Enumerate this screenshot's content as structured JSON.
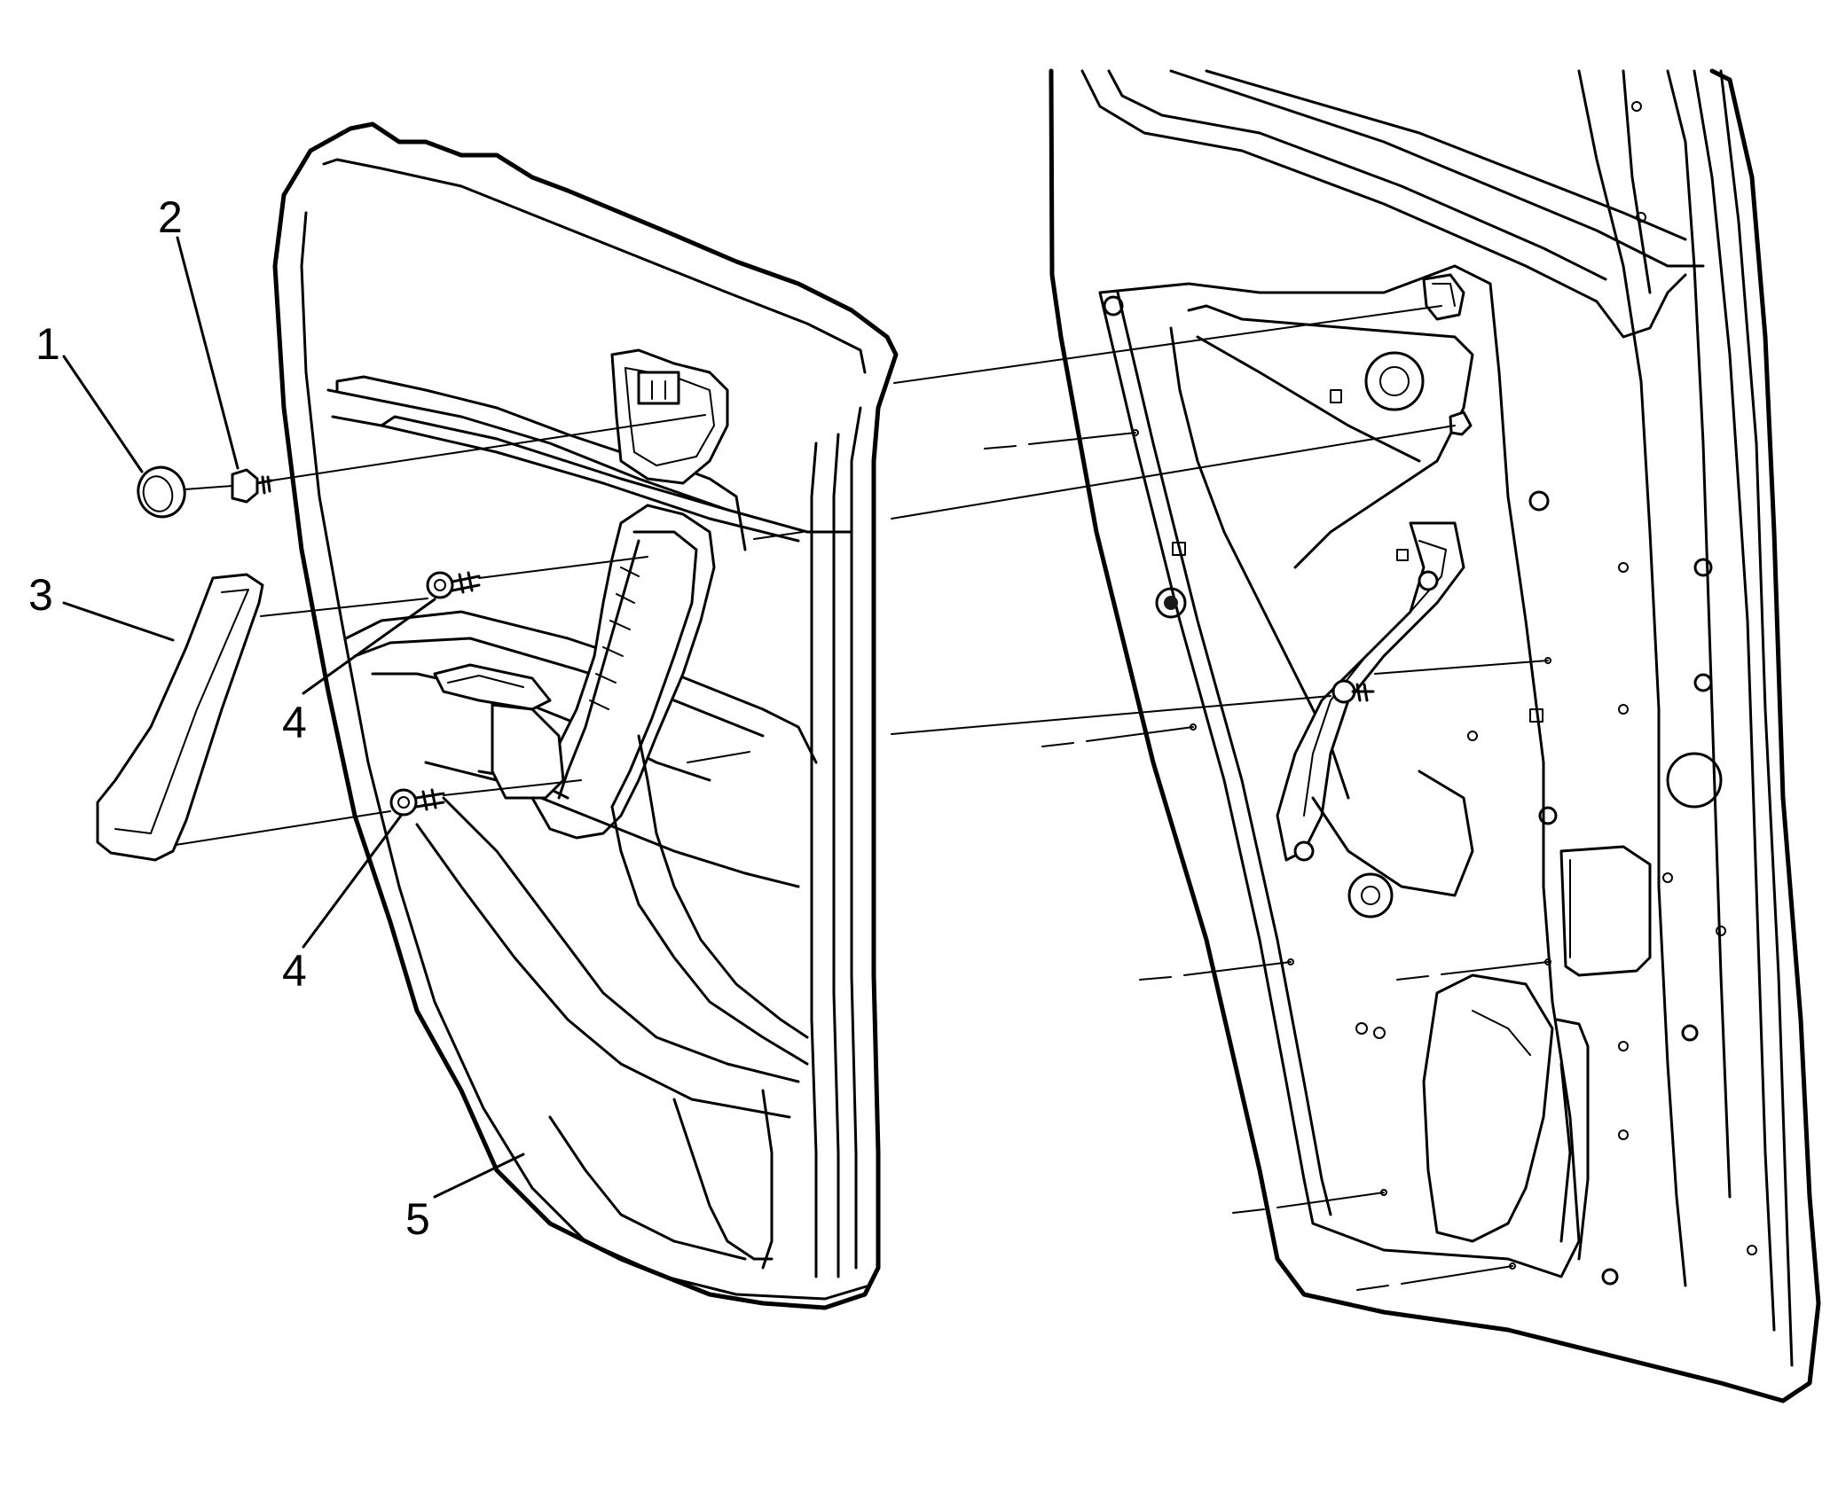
{
  "diagram": {
    "callouts": [
      {
        "id": "1",
        "label": "1",
        "part": "plug"
      },
      {
        "id": "2",
        "label": "2",
        "part": "push-in-retainer"
      },
      {
        "id": "3",
        "label": "3",
        "part": "pull-handle-cover"
      },
      {
        "id": "4a",
        "label": "4",
        "part": "screw"
      },
      {
        "id": "4b",
        "label": "4",
        "part": "screw"
      },
      {
        "id": "5",
        "label": "5",
        "part": "door-trim-panel"
      }
    ],
    "colors": {
      "line": "#000000",
      "background": "#ffffff"
    }
  }
}
